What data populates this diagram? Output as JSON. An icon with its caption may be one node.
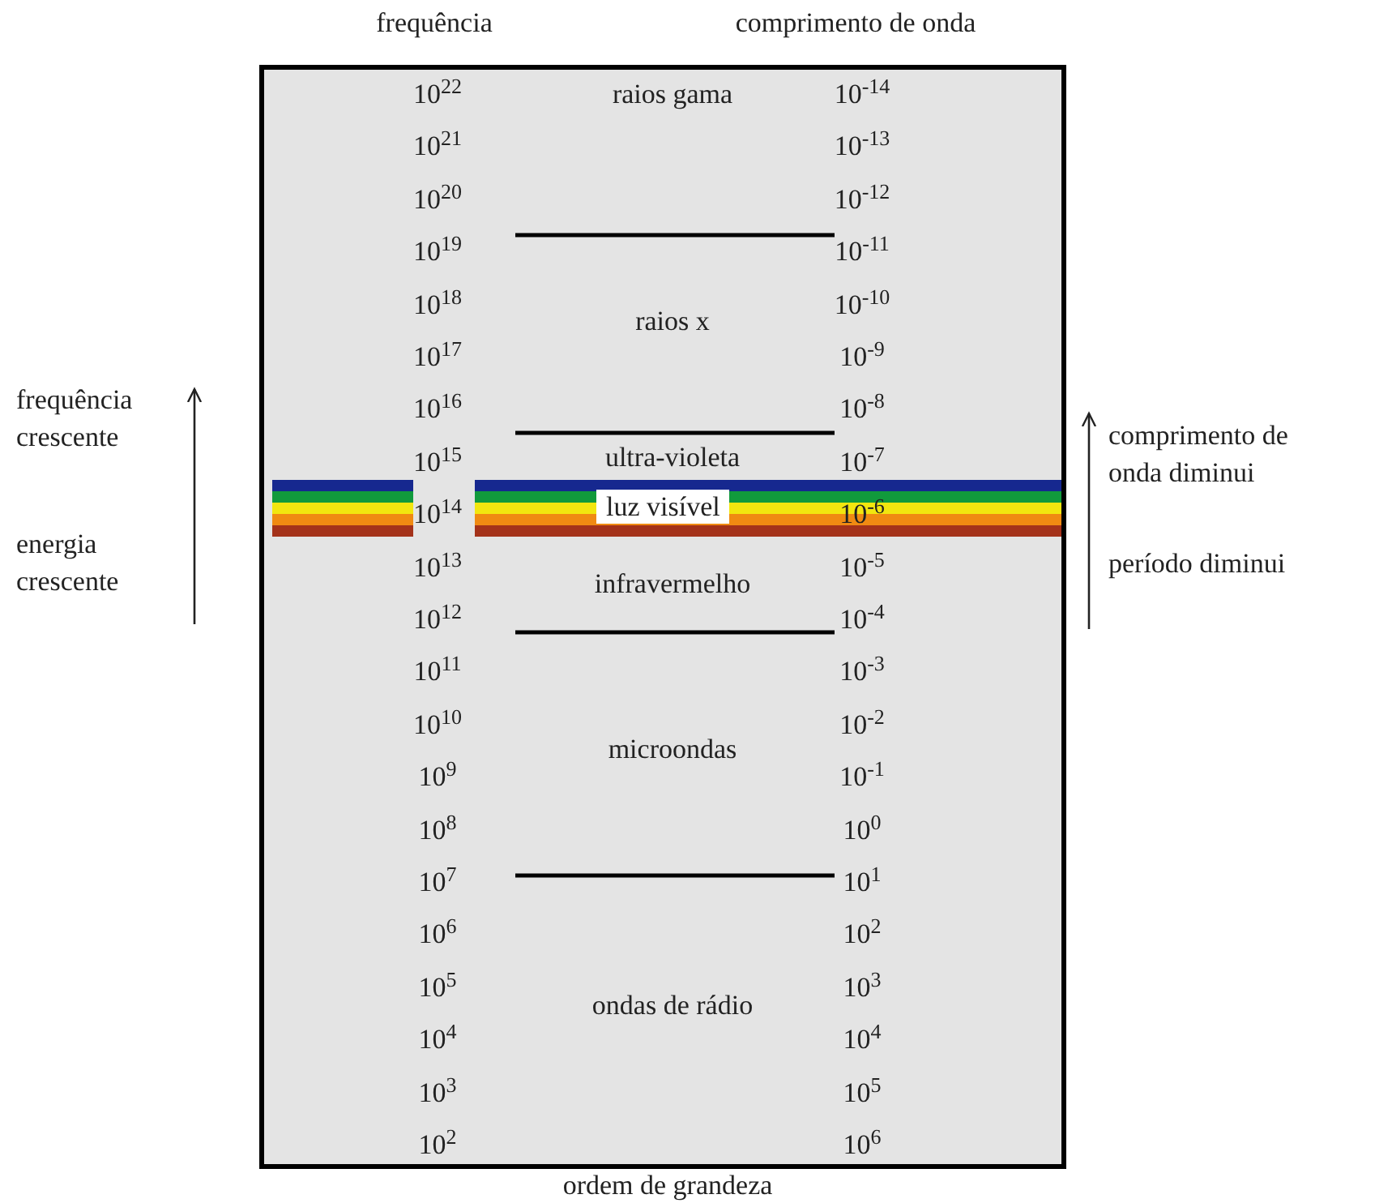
{
  "diagram": {
    "caption": "ordem de grandeza",
    "nodes": [
      {
        "text": [],
        "shape": "box"
      },
      {
        "text": [
          "luz visível"
        ],
        "in": 0
      }
    ],
    "labels": [
      "frequência",
      "comprimento de onda",
      "10$^{22}$",
      "10$^{21}$",
      "10$^{20}$",
      "10$^{19}$",
      "10$^{18}$",
      "10$^{17}$",
      "10$^{16}$",
      "10$^{15}$",
      "10$^{14}$",
      "10$^{13}$",
      "10$^{12}$",
      "10$^{11}$",
      "10$^{10}$",
      "10$^{9}$",
      "10$^{8}$",
      "10$^{7}$",
      "10$^{6}$",
      "10$^{5}$",
      "10$^{4}$",
      "10$^{3}$",
      "10$^{2}$",
      "raios gama",
      "raios x",
      "ultra-violeta",
      "infravermelho",
      "microondas",
      "ondas de rádio",
      "10$^{-14}$",
      "10$^{-13}$",
      "10$^{-12}$",
      "10$^{-11}$",
      "10$^{-10}$",
      "10$^{-9}$",
      "10$^{-8}$",
      "10$^{-7}$",
      "10$^{-6}$",
      "10$^{-5}$",
      "10$^{-4}$",
      "10$^{-3}$",
      "10$^{-2}$",
      "10$^{-1}$",
      "10$^{0}$",
      "10$^{1}$",
      "10$^{2}$",
      "10$^{3}$",
      "10$^{4}$",
      "10$^{5}$",
      "10$^{6}$",
      "frequência crescente",
      "energia crescente",
      "comprimento de onda diminui",
      "período diminui"
    ]
  }
}
